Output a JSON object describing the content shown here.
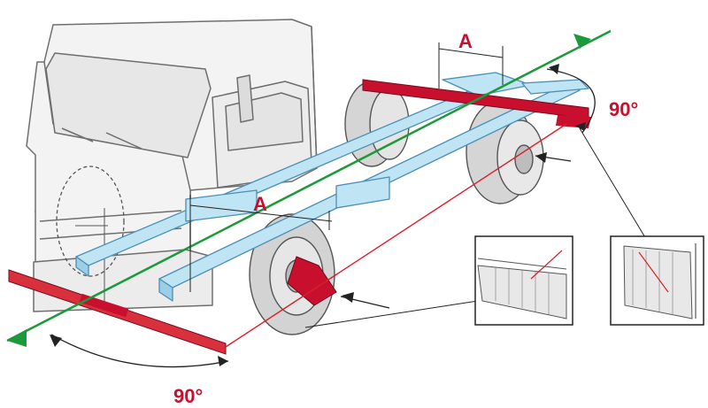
{
  "diagram": {
    "labels": {
      "distance_top": "A",
      "distance_mid": "A",
      "angle_right": "90°",
      "angle_bottom": "90°"
    },
    "colors": {
      "frame_fill": "#bfe4f3",
      "frame_stroke": "#4a8fb5",
      "laser_green": "#1a9a3a",
      "laser_red": "#d8202a",
      "bar_red": "#c8102e",
      "outline": "#6b6b6b",
      "cab_fill": "#f2f2f2",
      "label_red": "#c8102e",
      "tire": "#d8d8d8"
    },
    "icons": [
      "truck-cab-outline",
      "tire",
      "measuring-scale",
      "green-arrow",
      "curved-arrow"
    ]
  }
}
